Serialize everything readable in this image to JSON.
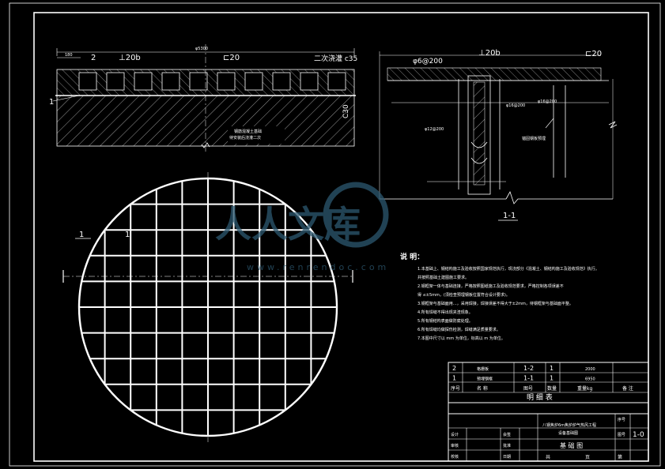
{
  "plan": {
    "grid_rows": 10,
    "grid_cols": 10,
    "section_mark_left": "1",
    "section_mark_right": "1"
  },
  "left_section": {
    "overall_dim": "φ5300",
    "left_dim": "180",
    "beam_label": "⊥20b",
    "channel_label": "⊏20",
    "concrete_label": "二次浇灌 c35",
    "label_2": "2",
    "label_1": "1",
    "grade_label": "C30",
    "note_line1": "钢筋混凝土基础",
    "note_line2": "待安装后浇灌二次"
  },
  "right_section": {
    "rebar_label": "φ6@200",
    "beam_label": "⊥20b",
    "channel_label": "⊏20",
    "anchor_label": "锚固钢板预埋",
    "dia_a": "φ12@200",
    "dia_b": "φ16@200",
    "dia_c": "φ16@200",
    "title": "1-1"
  },
  "watermark": {
    "main": "人人文库",
    "url": "www.renrendoc.com"
  },
  "notes": {
    "heading": "说 明：",
    "items": [
      "1.本基础上、钢结构施工及验收按照国家规范执行，现浇部分《混凝土、钢结构施工及验收规范》执行。",
      "并按照基础土建图施工要求。",
      "2.钢框架一体与基础连接，严格按照图纸施工及验收规范要求，严格控制各项误差不",
      "得 ≤±5mm，(须检查预埋钢板位置符合设计要求)。",
      "3.钢框架与基础面用…，采用焊接，焊接误差不得大于±2mm，待钢框架与基础面平整。",
      "4.所有焊缝不得出现夹渣现象。",
      "5.所有钢结构表面做防腐处理。",
      "6.所有焊缝均做探伤检测，焊缝满足质量要求。",
      "7.本图中尺寸以 mm 为单位，标高以 m 为单位。"
    ]
  },
  "parts_table": {
    "rows": [
      {
        "no": "2",
        "name": "格栅板",
        "drawing": "1-2",
        "qty": "1",
        "weight": "2000",
        "remark": ""
      },
      {
        "no": "1",
        "name": "预埋钢框",
        "drawing": "1-1",
        "qty": "1",
        "weight": "6950",
        "remark": ""
      }
    ],
    "header": {
      "no": "序号",
      "name": "名 称",
      "drawing": "图号",
      "qty": "数量",
      "weight": "重量kg",
      "remark": "备 注"
    },
    "title": "明 细 表"
  },
  "title_block": {
    "project": "八钢焦炉6m焦炉炉气热风工程",
    "drawing_name": "设备基础图",
    "drawing_type": "基 础 图",
    "seq_label": "序号",
    "no_label": "图号",
    "drawing_no": "1-0",
    "row_labels": [
      "设计",
      "审核",
      "会签",
      "批准"
    ],
    "row_labels2": [
      "校核",
      "日期",
      "",
      ""
    ],
    "bottom_left": "共",
    "bottom_mid": "页",
    "bottom_right": "第"
  }
}
